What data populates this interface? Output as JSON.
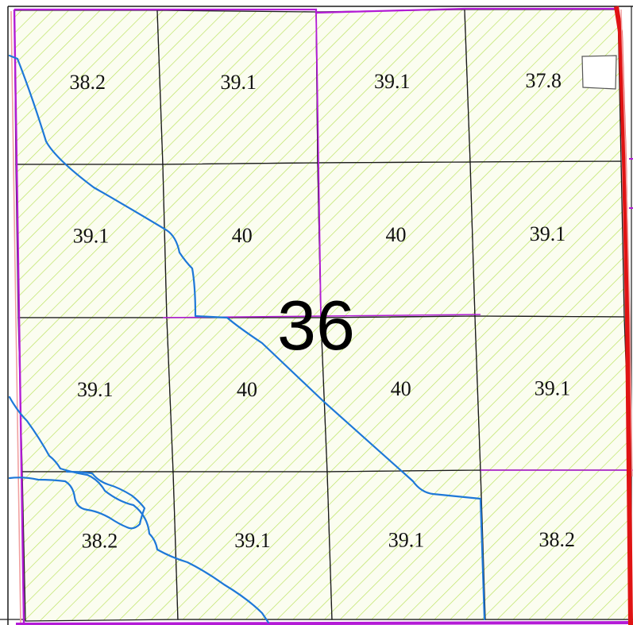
{
  "section": {
    "number": "36"
  },
  "parcels": [
    {
      "label": "38.2"
    },
    {
      "label": "39.1"
    },
    {
      "label": "39.1"
    },
    {
      "label": "37.8"
    },
    {
      "label": "39.1"
    },
    {
      "label": "40"
    },
    {
      "label": "40"
    },
    {
      "label": "39.1"
    },
    {
      "label": "39.1"
    },
    {
      "label": "40"
    },
    {
      "label": "40"
    },
    {
      "label": "39.1"
    },
    {
      "label": "38.2"
    },
    {
      "label": "39.1"
    },
    {
      "label": "39.1"
    },
    {
      "label": "38.2"
    }
  ],
  "colors": {
    "hatch": "#b9e35a",
    "parcel_fill": "#fbfdf0",
    "stream": "#1e78d8",
    "boundary_magenta": "#b31bd6",
    "boundary_red": "#e01313",
    "boundary_pink": "#f0a0a0",
    "parcel_line": "#1a1a1a"
  }
}
